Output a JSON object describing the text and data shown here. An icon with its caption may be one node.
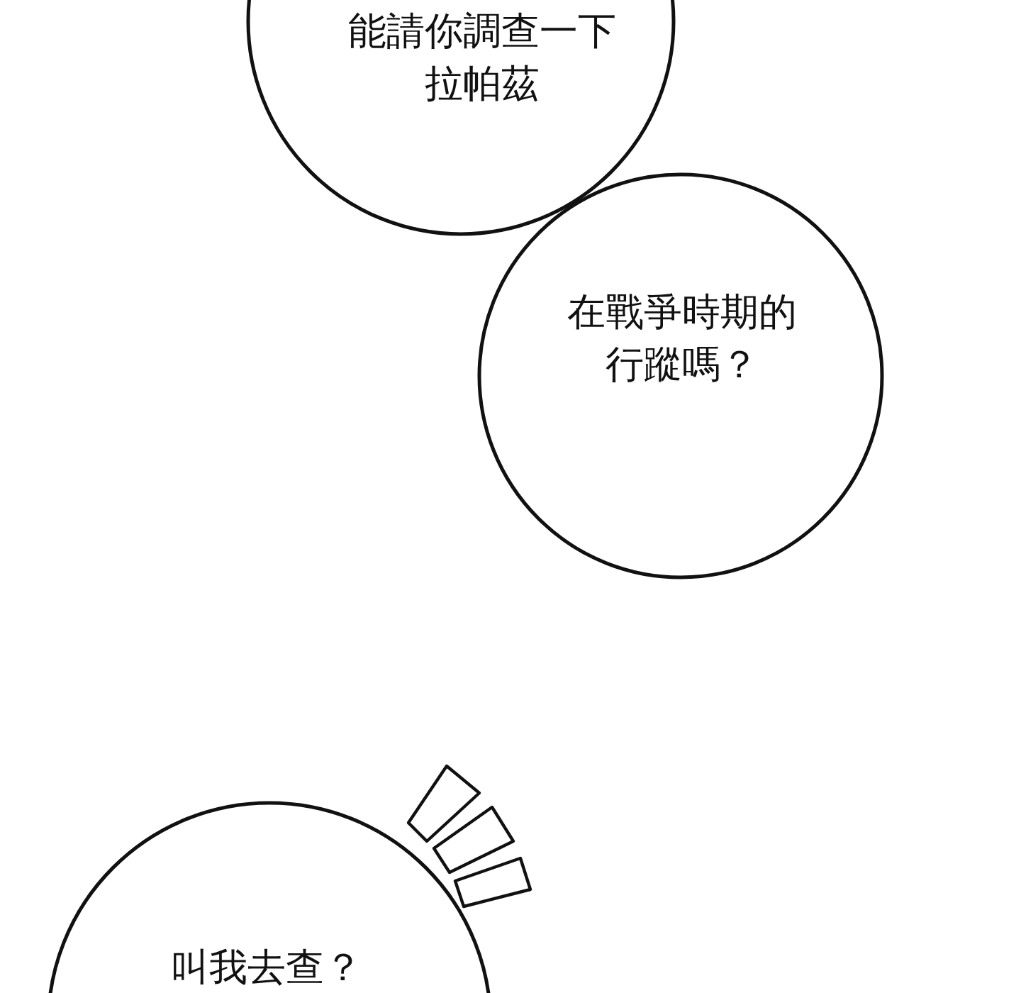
{
  "diagram": {
    "nodes": [
      {
        "text": [
          "能請你調查一下拉帕茲"
        ]
      },
      {
        "text": [
          "在戰爭時期的行蹤嗎？"
        ]
      },
      {
        "text": [
          "叫我去查？"
        ]
      }
    ]
  }
}
